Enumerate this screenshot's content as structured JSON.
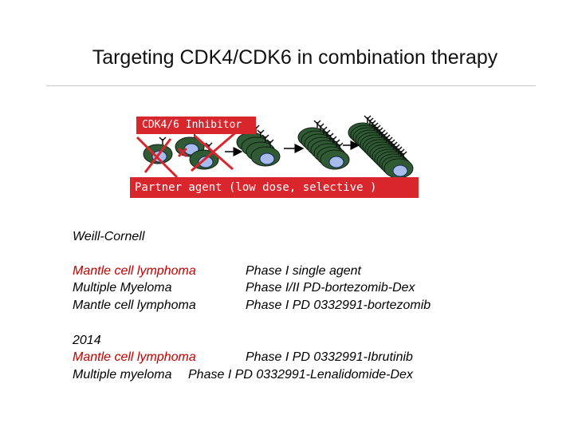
{
  "slide": {
    "title": "Targeting CDK4/CDK6 in combination therapy",
    "diagram": {
      "inhibitor_label": "CDK4/6 Inhibitor",
      "partner_label": "Partner agent (low dose, selective )",
      "colors": {
        "label_bg": "#d9262c",
        "cell": "#2f5a34",
        "nucleus": "#a7bcea",
        "block": "#d9262c"
      }
    },
    "site": "Weill-Cornell",
    "trials": [
      {
        "disease": "Mantle cell lymphoma",
        "phase": "Phase I single agent"
      },
      {
        "disease": "Multiple Myeloma",
        "phase": "Phase I/II PD-bortezomib-Dex"
      },
      {
        "disease": "Mantle cell lymphoma",
        "phase": "Phase I PD 0332991-bortezomib"
      }
    ],
    "year": "2014",
    "trials_2014": [
      {
        "disease": "Mantle cell lymphoma",
        "phase": "Phase I PD 0332991-Ibrutinib"
      },
      {
        "disease": "Multiple myeloma",
        "phase": "Phase I PD 0332991-Lenalidomide-Dex"
      }
    ]
  }
}
